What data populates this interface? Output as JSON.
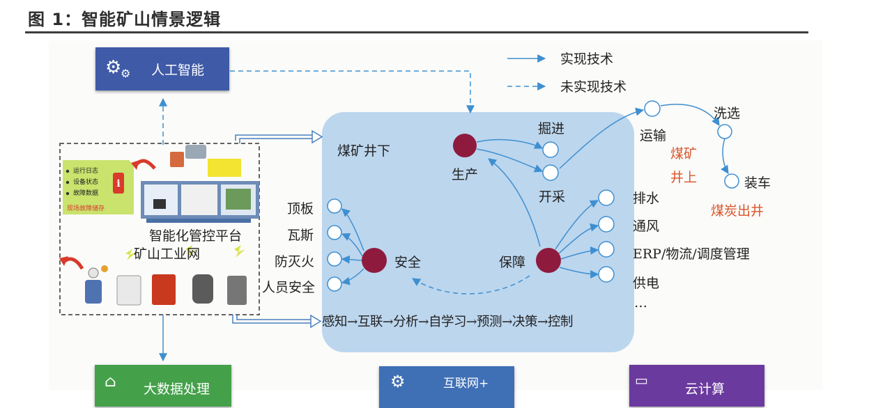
{
  "page_title": "图 1：智能矿山情景逻辑",
  "legend": {
    "realized": "实现技术",
    "unrealized": "未实现技术"
  },
  "top_box": {
    "label": "人工智能",
    "icon": "gears-icon",
    "color": "#3f5aa6"
  },
  "bottom_boxes": [
    {
      "label": "大数据处理",
      "icon": "house-icon",
      "color": "#44a14a"
    },
    {
      "label": "互联网+",
      "icon": "gear-icon",
      "color": "#3f6fb5"
    },
    {
      "label": "云计算",
      "icon": "monitor-icon",
      "color": "#6b3a9e"
    }
  ],
  "mine_panel": {
    "underground_label": "煤矿井下",
    "platform_label": "智能化管控平台",
    "network_label": "矿山工业网",
    "pipeline": "感知→互联→分析→自学习→预测→决策→控制",
    "info_card": {
      "items": [
        "运行日志",
        "设备状态",
        "故障数据"
      ],
      "footer": "现场故障储存"
    }
  },
  "nodes": {
    "production": "生产",
    "safety": "安全",
    "support": "保障",
    "tunneling": "掘进",
    "mining": "开采",
    "transport": "运输",
    "washing": "洗选",
    "loading": "装车"
  },
  "safety_items": [
    "顶板",
    "瓦斯",
    "防灭火",
    "人员安全"
  ],
  "support_items": [
    "排水",
    "通风",
    "ERP/物流/调度管理",
    "供电",
    "…"
  ],
  "above_ground": {
    "label_line1": "煤矿",
    "label_line2": "井上",
    "coal_out": "煤炭出井"
  },
  "colors": {
    "panel": "#bcd6ee",
    "node_fill": "#8e1b3e",
    "line": "#3e8fd0",
    "above_ground": "#d8552b"
  }
}
